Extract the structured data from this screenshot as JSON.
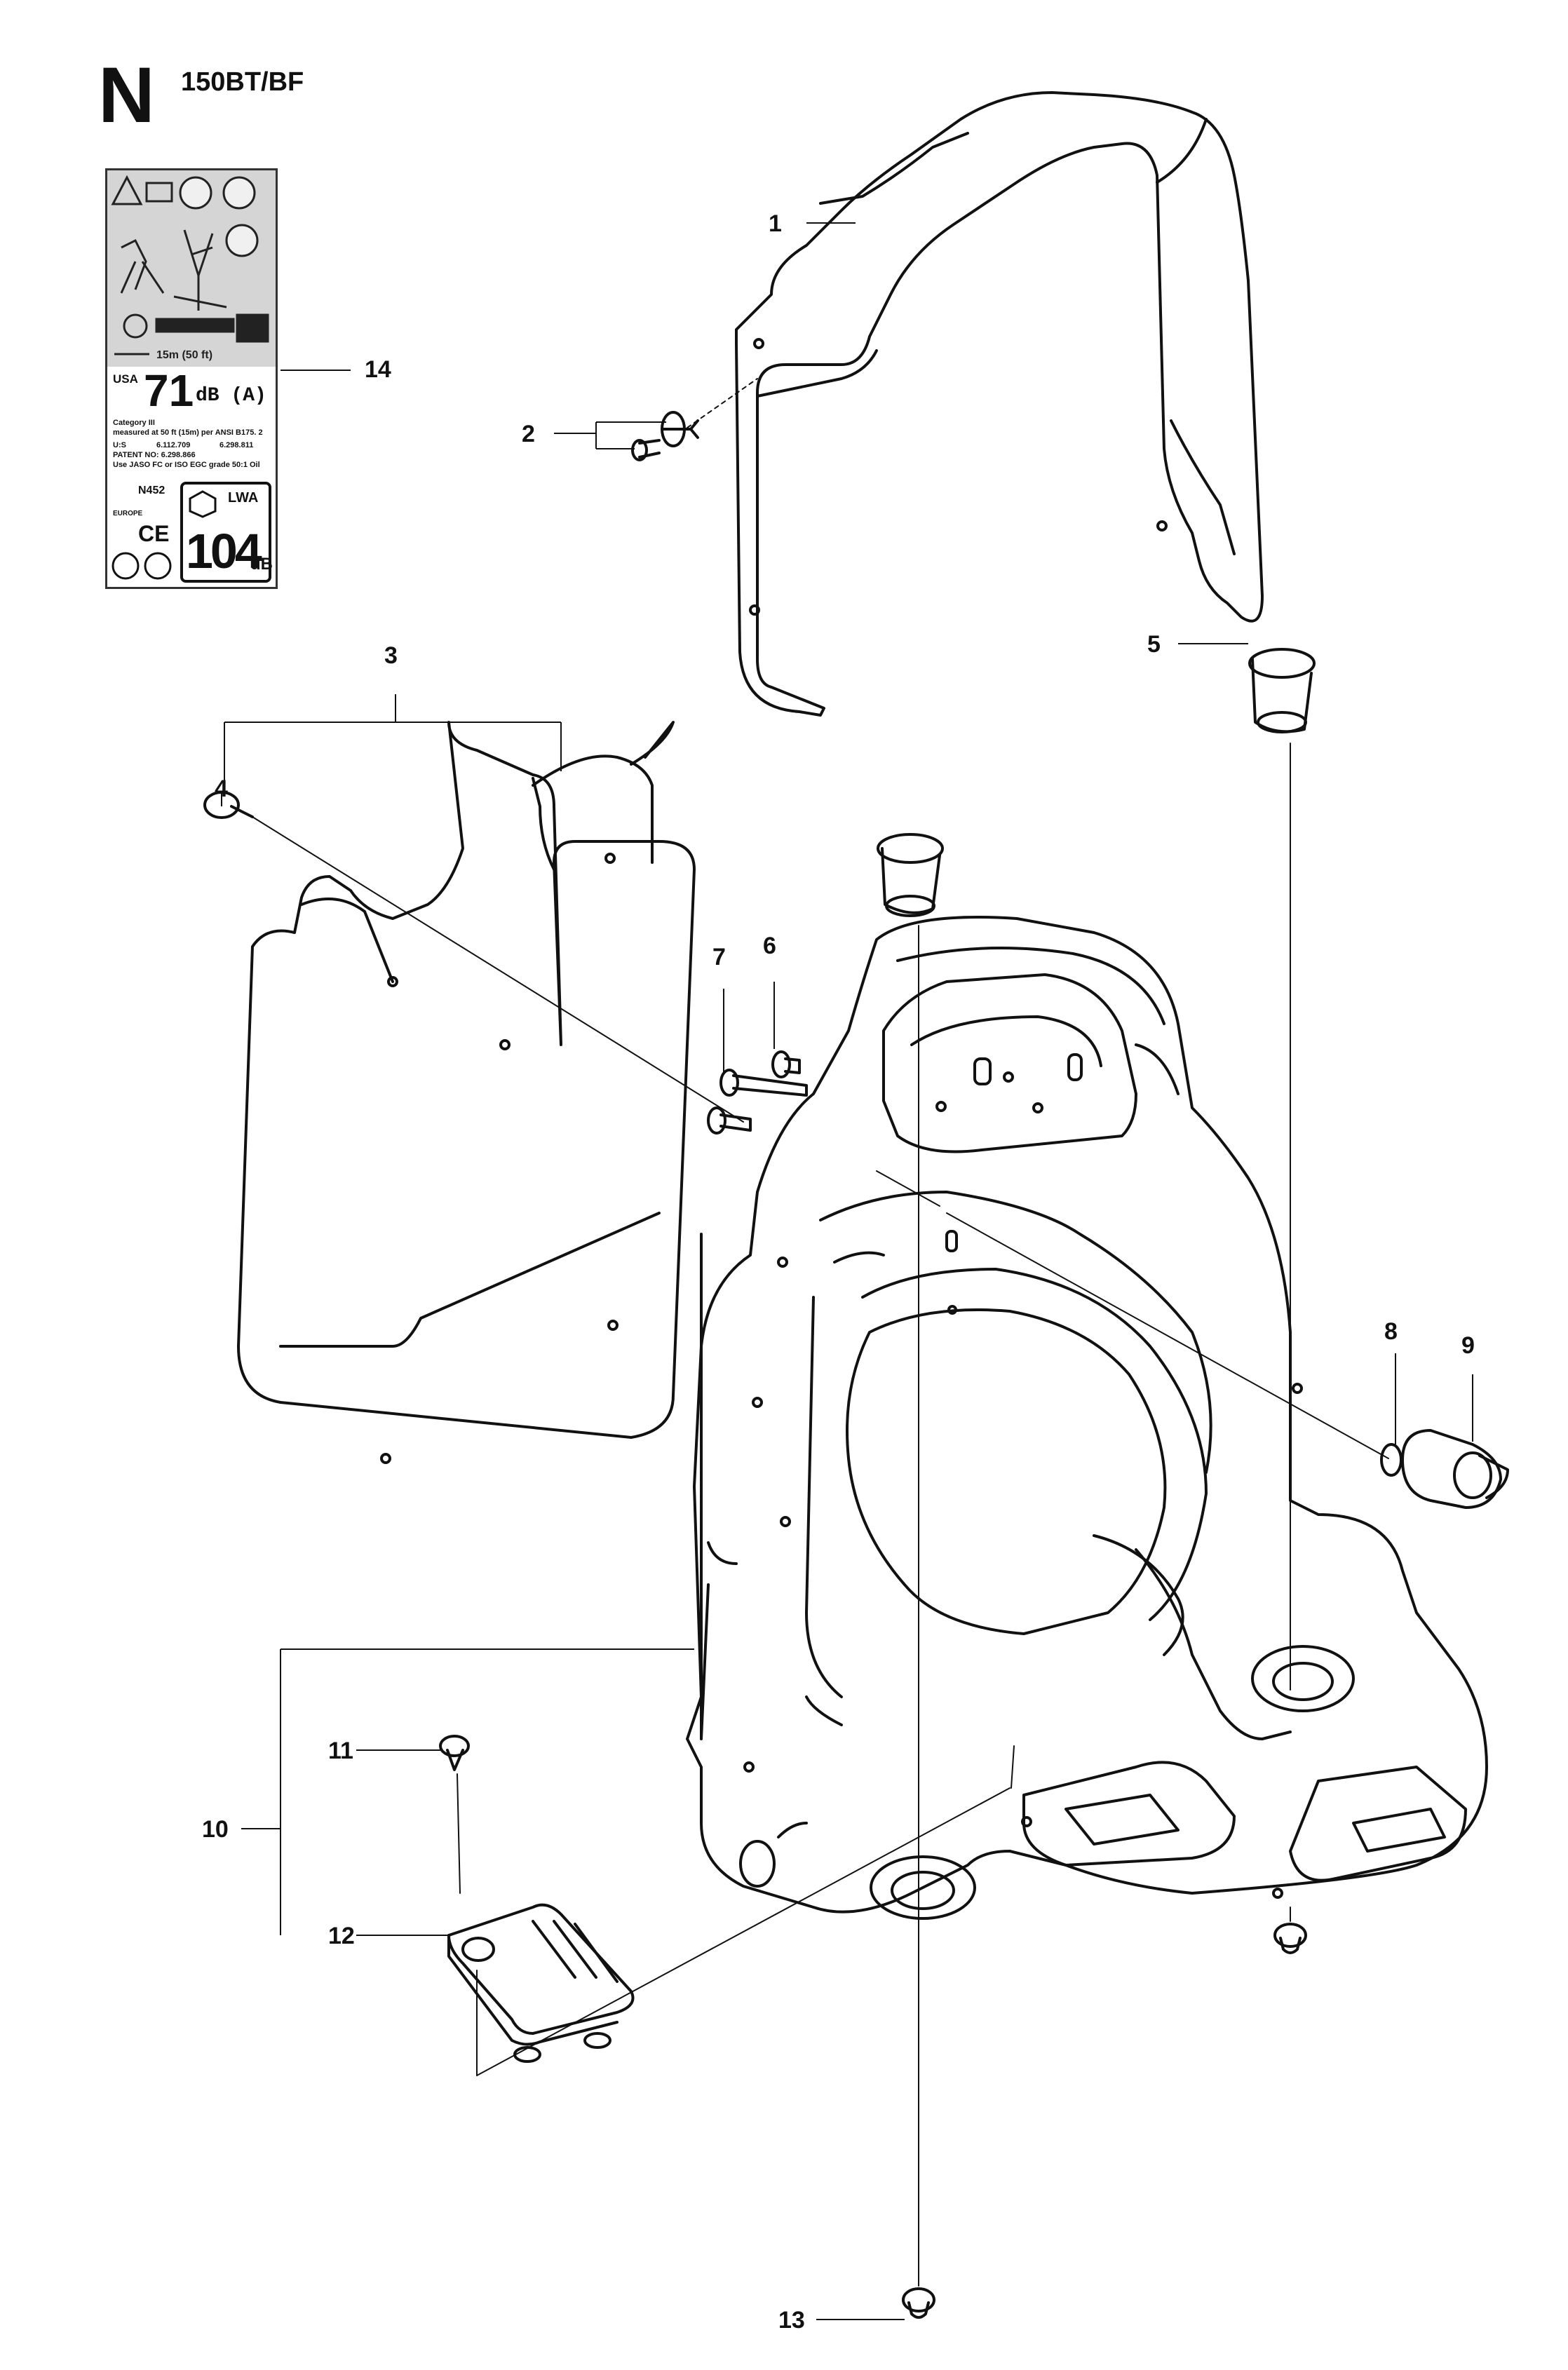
{
  "header": {
    "section_letter": "N",
    "model": "150BT/BF"
  },
  "decal": {
    "region": "USA",
    "noise_value": "71",
    "noise_unit": "dB (A)",
    "category": "Category III",
    "measured": "measured at 50 ft (15m) per ANSI B175. 2",
    "us_patents_label": "U:S",
    "us_patent_1": "6.112.709",
    "us_patent_2": "6.298.811",
    "patent_no": "PATENT NO: 6.298.866",
    "fuel_note": "Use JASO FC or ISO EGC grade 50:1 Oil",
    "distance": "15m (50 ft)",
    "cert": "N452",
    "europe": "EUROPE",
    "ce": "CE",
    "lwa_label": "LWA",
    "lwa_value": "104",
    "lwa_unit": "dB"
  },
  "part_labels": [
    "1",
    "2",
    "3",
    "4",
    "5",
    "6",
    "7",
    "8",
    "9",
    "10",
    "11",
    "12",
    "13",
    "14"
  ],
  "colors": {
    "line": "#111111",
    "decal_bg": "#d5d5d5"
  }
}
